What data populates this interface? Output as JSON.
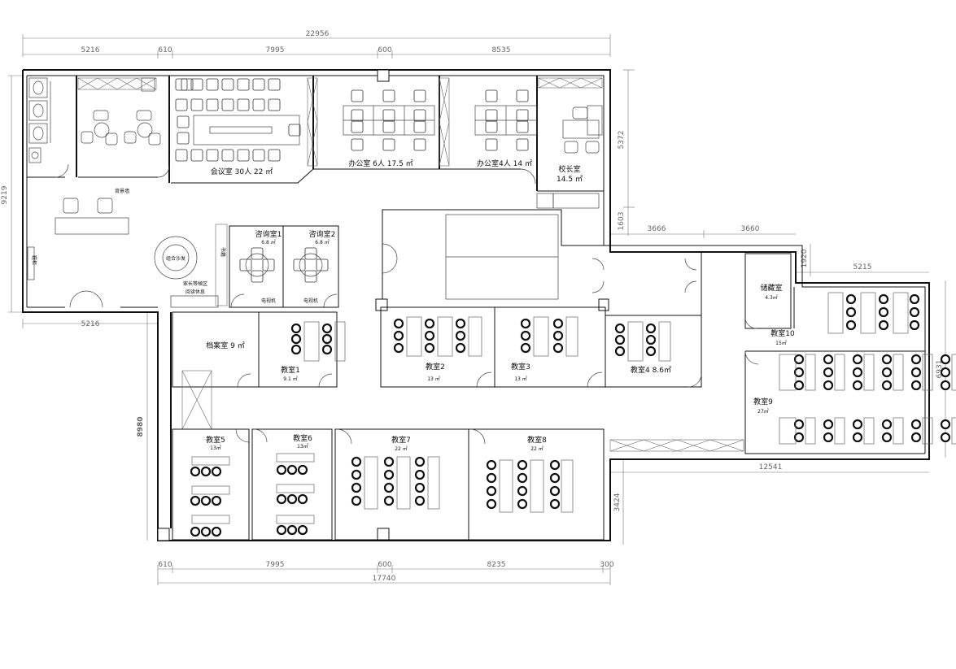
{
  "dimensions": {
    "top_total": "22956",
    "top_segments": [
      "5216",
      "610",
      "7995",
      "600",
      "8535"
    ],
    "left_total": "9219",
    "left_bottom": "5216",
    "right_1": "5372",
    "right_2": "1603",
    "right_3": "1920",
    "mid_1": "3666",
    "mid_2": "3660",
    "east_top": "5215",
    "east_right": "6931",
    "east_bottom": "12541",
    "south_right": "3424",
    "left_side": "8980",
    "bottom_segments": [
      "610",
      "7995",
      "600",
      "8235",
      "300"
    ],
    "bottom_total": "17740"
  },
  "rooms": {
    "meeting": "会议室 30人 22 ㎡",
    "office6": "办公室 6人 17.5 ㎡",
    "office4": "办公室4人 14 ㎡",
    "principal": "校长室",
    "principal_area": "14.5 ㎡",
    "consult1": "咨询室1",
    "consult1_area": "6.8 ㎡",
    "consult2": "咨询室2",
    "consult2_area": "6.8 ㎡",
    "archive": "档案室 9 ㎡",
    "class1": "教室1",
    "class1_area": "9.1 ㎡",
    "class2": "教室2",
    "class2_area": "13 ㎡",
    "class3": "教室3",
    "class3_area": "13 ㎡",
    "class4": "教室4 8.6㎡",
    "class5": "教室5",
    "class5_area": "13㎡",
    "class6": "教室6",
    "class6_area": "13㎡",
    "class7": "教室7",
    "class7_area": "22 ㎡",
    "class8": "教室8",
    "class8_area": "22 ㎡",
    "class9": "教室9",
    "class9_area": "27㎡",
    "class10": "教室10",
    "class10_area": "15㎡",
    "storage": "储藏室",
    "storage_area": "4.3㎡"
  },
  "labels": {
    "bg_wall": "背景墙",
    "sofa": "组合沙发",
    "waiting": "家长等候区",
    "reading": "阅读休息",
    "book": "书籍",
    "tv1": "电视机",
    "tv2": "电视机",
    "shoe": "鞋柜"
  }
}
